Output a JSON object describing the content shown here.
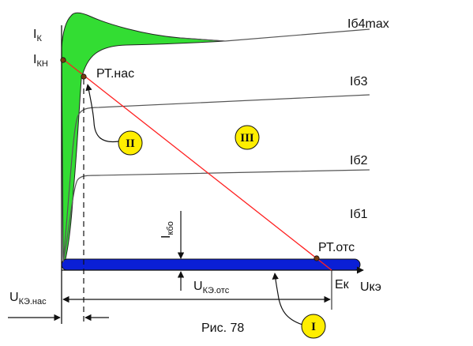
{
  "axes": {
    "y_label": {
      "main": "I",
      "sub": "К"
    },
    "ikn_label": {
      "main": "I",
      "sub": "КН"
    },
    "x_label": "Uкэ",
    "ek_label": "Ек"
  },
  "curves": [
    {
      "id": "ib4",
      "label": "Iб4max"
    },
    {
      "id": "ib3",
      "label": "Iб3"
    },
    {
      "id": "ib2",
      "label": "Iб2"
    },
    {
      "id": "ib1",
      "label": "Iб1"
    }
  ],
  "points": {
    "saturation": "РТ.нас",
    "cutoff": "РТ.отс"
  },
  "regions": {
    "saturation_marker": "II",
    "active_marker": "III",
    "cutoff_marker": "I"
  },
  "dimensions": {
    "ikbo": {
      "main": "I",
      "sub": "кбо"
    },
    "uke_ots": {
      "main": "U",
      "sub": "КЭ.отс"
    },
    "uke_nas": {
      "main": "U",
      "sub": "КЭ.нас"
    }
  },
  "caption": "Рис. 78",
  "colors": {
    "saturation_fill": "#33dd33",
    "cutoff_fill": "#0a1fd6",
    "load_line": "#ff2020",
    "marker_fill": "#ffee00",
    "curve": "#555555"
  }
}
